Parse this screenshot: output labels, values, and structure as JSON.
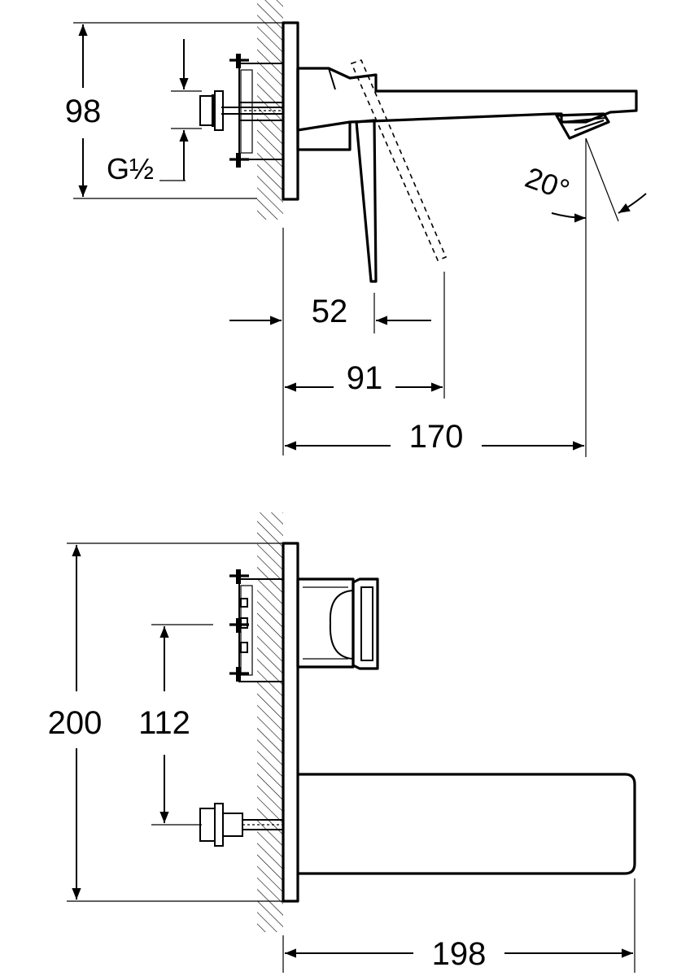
{
  "top_view": {
    "dim_height": "98",
    "thread": "G½",
    "angle": "20°",
    "dim_lever": "52",
    "dim_lever_alt": "91",
    "dim_length": "170"
  },
  "bottom_view": {
    "dim_total_height": "200",
    "dim_inlet_offset": "112",
    "dim_length": "198"
  },
  "colors": {
    "line": "#000000",
    "background": "#ffffff"
  }
}
